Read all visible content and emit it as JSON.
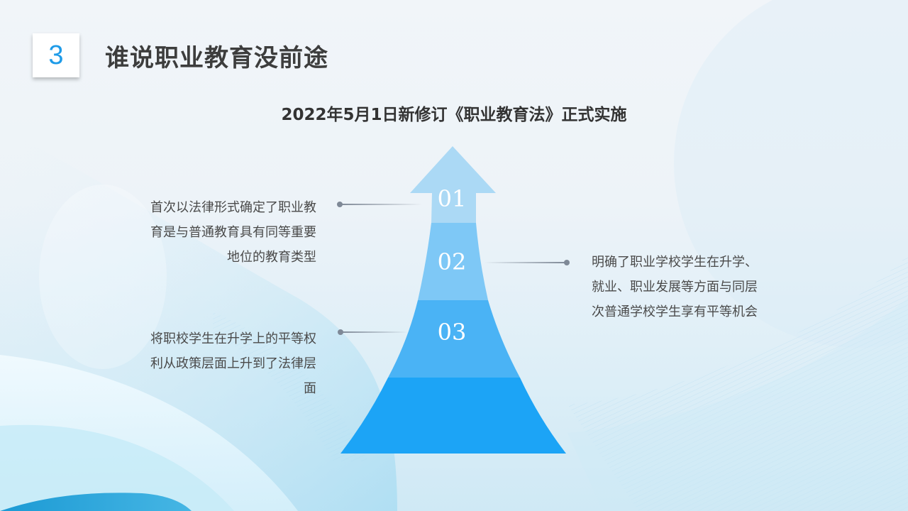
{
  "header": {
    "section_number": "3",
    "title": "谁说职业教育没前途"
  },
  "subtitle": "2022年5月1日新修订《职业教育法》正式实施",
  "arrow": {
    "colors": [
      "#abd9f5",
      "#7ec8f6",
      "#4ab3f5",
      "#1ca4f6"
    ],
    "steps": [
      {
        "number": "01"
      },
      {
        "number": "02"
      },
      {
        "number": "03"
      }
    ]
  },
  "points": [
    {
      "id": "01",
      "side": "left",
      "lines": [
        "首次以法律形式确定了职业教",
        "育是与普通教育具有同等重要",
        "地位的教育类型"
      ]
    },
    {
      "id": "02",
      "side": "right",
      "lines": [
        "明确了职业学校学生在升学、",
        "就业、职业发展等方面与同层",
        "次普通学校学生享有平等机会"
      ]
    },
    {
      "id": "03",
      "side": "left",
      "lines": [
        "将职校学生在升学上的平等权",
        "利从政策层面上升到了法律层",
        "面"
      ]
    }
  ]
}
